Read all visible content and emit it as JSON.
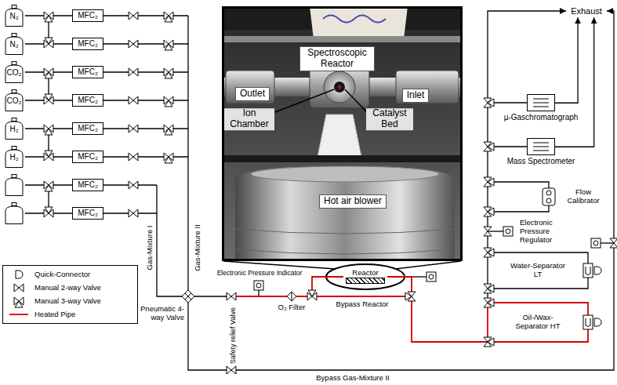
{
  "diagram": {
    "nodes": [
      {
        "text": [
          "N₂"
        ]
      },
      {
        "text": [
          "N₂"
        ]
      },
      {
        "text": [
          "CO₂"
        ]
      },
      {
        "text": [
          "CO₂"
        ]
      },
      {
        "text": [
          "H₂"
        ]
      },
      {
        "text": [
          "H₂"
        ]
      },
      {
        "text": [
          "MFC₂"
        ]
      },
      {
        "text": [
          "MFC₂"
        ]
      },
      {
        "text": [
          "MFC₂"
        ]
      },
      {
        "text": [
          "MFC₂"
        ]
      },
      {
        "text": [
          "MFC₂"
        ]
      },
      {
        "text": [
          "MFC₂"
        ]
      },
      {
        "text": [
          "MFC₂"
        ]
      },
      {
        "text": [
          "MFC₂"
        ]
      },
      {
        "text": [
          "Spectroscopic Reactor"
        ]
      },
      {
        "text": [
          "Outlet"
        ]
      },
      {
        "text": [
          "Inlet"
        ]
      },
      {
        "text": [
          "Hot air blower"
        ]
      },
      {
        "text": [
          "Reactor"
        ]
      },
      {
        "text": [
          "Exhaust"
        ]
      },
      {
        "text": [
          "µ-Gaschromatograph"
        ]
      },
      {
        "text": [
          "Mass Spectrometer"
        ]
      }
    ],
    "edges": [
      {
        "from": 0,
        "to": 6,
        "arrow": "none"
      },
      {
        "from": 1,
        "to": 7,
        "arrow": "none"
      },
      {
        "from": 2,
        "to": 8,
        "arrow": "none"
      },
      {
        "from": 3,
        "to": 9,
        "arrow": "none"
      },
      {
        "from": 4,
        "to": 10,
        "arrow": "none"
      },
      {
        "from": 5,
        "to": 11,
        "arrow": "none"
      },
      {
        "from": 20,
        "to": 19,
        "arrow": "to"
      },
      {
        "from": 21,
        "to": 19,
        "arrow": "to"
      }
    ],
    "labels": [
      "Gas-Mixture I",
      "Gas-Mixture II",
      "Pneumatic 4-way Valve",
      "Safety relief Valve",
      "Electronic Pressure Indicator",
      "O₂ Filter",
      "Bypass Reactor",
      "Bypass Gas-Mixture II",
      "Ion Chamber",
      "Catalyst Bed",
      "Flow Calibrator",
      "Electronic Pressure Regulator",
      "Water-Separator LT",
      "Oil-/Wax-Separator HT"
    ],
    "legend": [
      {
        "text": "Quick-Connector"
      },
      {
        "text": "Manual 2-way Valve"
      },
      {
        "text": "Manual 3-way Valve"
      },
      {
        "text": "Heated Pipe"
      }
    ]
  }
}
